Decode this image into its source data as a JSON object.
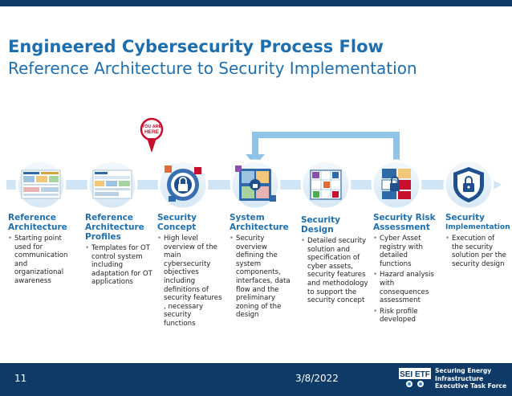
{
  "slide": {
    "title": "Engineered Cybersecurity Process Flow",
    "subtitle": "Reference Architecture to Security Implementation"
  },
  "marker": {
    "line1": "YOU ARE",
    "line2": "HERE"
  },
  "steps": [
    {
      "title_l1": "Reference",
      "title_l2": "Architecture",
      "bullets": [
        "Starting point used for communication and organizational awareness"
      ]
    },
    {
      "title_l1": "Reference",
      "title_l2": "Architecture",
      "title_l3": "Profiles",
      "bullets": [
        "Templates for OT control system including adaptation for OT applications"
      ]
    },
    {
      "title_l1": "Security",
      "title_l2": "Concept",
      "bullets": [
        "High level overview of the main cybersecurity objectives including definitions of security features , necessary security functions"
      ]
    },
    {
      "title_l1": "System",
      "title_l2": "Architecture",
      "bullets": [
        "Security overview defining the system components, interfaces, data flow and the preliminary zoning of the design"
      ]
    },
    {
      "title_l1": "Security",
      "title_l2": "Design",
      "bullets": [
        "Detailed security solution and specification of cyber assets, security features and methodology to support the security concept"
      ]
    },
    {
      "title_l1": "Security Risk",
      "title_l2": "Assessment",
      "bullets": [
        "Cyber Asset registry with detailed functions",
        "Hazard analysis with consequences assessment",
        "Risk profile developed"
      ]
    },
    {
      "title_l1": "Security",
      "title_l2": "Implementation",
      "bullets": [
        "Execution of the security solution per the security design"
      ]
    }
  ],
  "footer": {
    "page_number": "11",
    "date": "3/8/2022",
    "logo_text": "SEI ETF",
    "org_line1": "Securing Energy",
    "org_line2": "Infrastructure",
    "org_line3": "Executive Task Force"
  },
  "colors": {
    "brand_blue": "#1d6fb0",
    "navy": "#0e3a68",
    "arrow_blue": "#8fc3e8",
    "marker_red": "#c8102e"
  },
  "icons": [
    "document-thumbnail-icon",
    "document-thumbnail-icon",
    "lock-target-icon",
    "lock-cluster-icon",
    "lock-grid-icon",
    "risk-lock-icon",
    "shield-lock-icon",
    "location-pin-icon"
  ]
}
